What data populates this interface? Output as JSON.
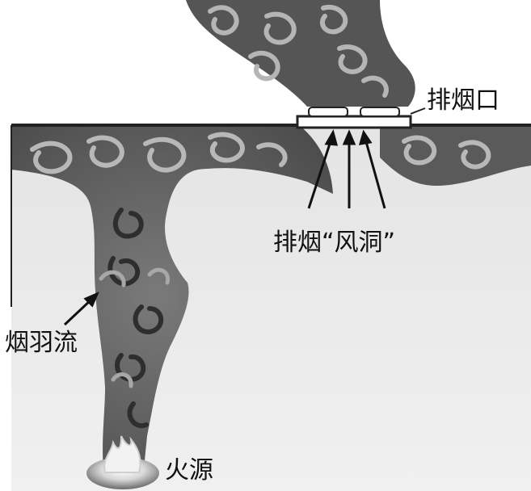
{
  "labels": {
    "vent": "排烟口",
    "tunnel": "排烟“风洞”",
    "plume": "烟羽流",
    "fire": "火源"
  },
  "colors": {
    "background_room": "#eeeeee",
    "ceiling_line": "#222222",
    "smoke_dark": "#4a4a4a",
    "smoke_mid": "#6e6e6e",
    "swirl_light": "#b8b8b8",
    "flame": "#dddddd"
  },
  "icons": [
    "arrow-icon",
    "flame-icon"
  ]
}
